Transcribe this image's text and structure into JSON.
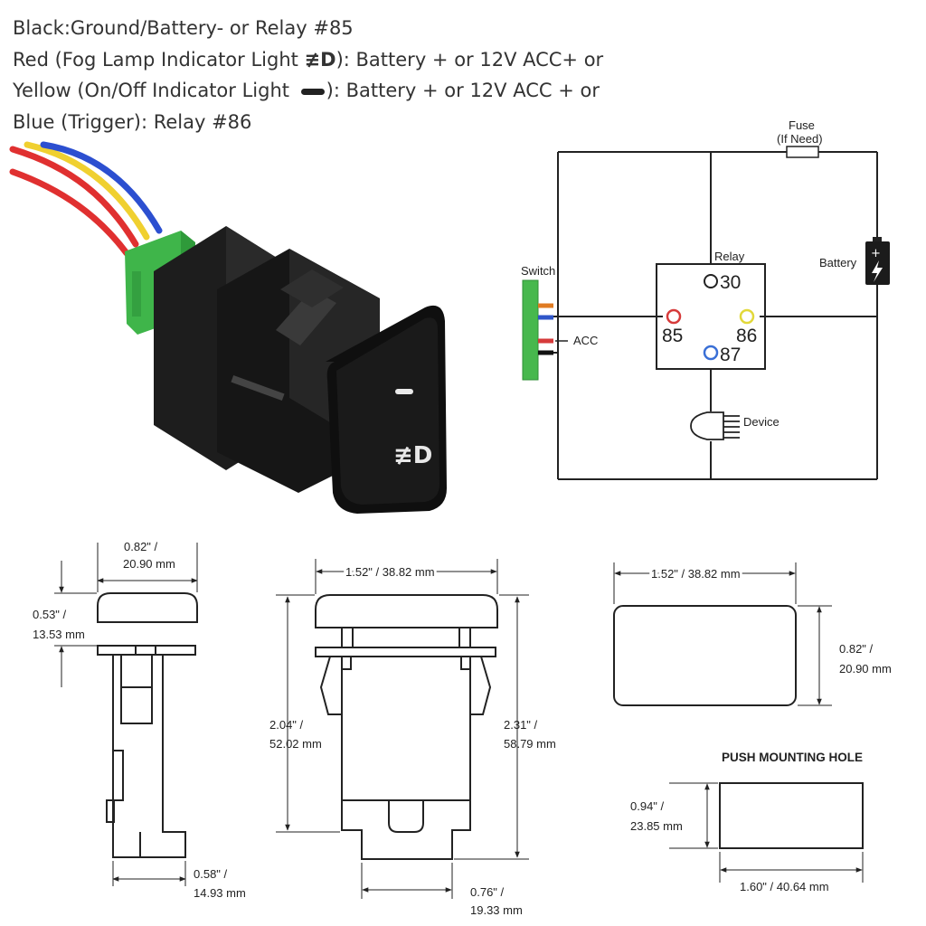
{
  "legend": [
    {
      "text": "Black:Ground/Battery- or Relay #85"
    },
    {
      "text_before": "Red (Fog Lamp Indicator Light ",
      "icon": "fog-lamp-icon",
      "glyph": "≢D",
      "text_after": "): Battery + or 12V ACC+ or"
    },
    {
      "text_before": "Yellow (On/Off Indicator Light ",
      "icon": "bar-indicator-icon",
      "text_after": "): Battery + or 12V ACC + or"
    },
    {
      "text": "Blue (Trigger): Relay #86"
    }
  ],
  "wiring": {
    "fuse_label": "Fuse",
    "fuse_note": "(If Need)",
    "relay_label": "Relay",
    "battery_label": "Battery",
    "switch_label": "Switch",
    "acc_label": "ACC",
    "device_label": "Device",
    "pins": [
      {
        "label": "30",
        "color": "#222222"
      },
      {
        "label": "85",
        "color": "#d63a3a"
      },
      {
        "label": "86",
        "color": "#e2d83a"
      },
      {
        "label": "87",
        "color": "#3a6fd6"
      }
    ],
    "wire_colors": {
      "black": "#111111",
      "red": "#d63a3a",
      "blue": "#2f56c9",
      "orange": "#e07b22",
      "yellow": "#f2d43a"
    }
  },
  "switch_photo": {
    "button_icons": [
      "bar-indicator-icon",
      "fog-lamp-icon"
    ],
    "glyph": "≢D"
  },
  "dimensions": {
    "side_width": {
      "in": "0.82\" /",
      "mm": "20.90 mm"
    },
    "side_cap_height": {
      "in": "0.53\" /",
      "mm": "13.53 mm"
    },
    "side_base_width": {
      "in": "0.58\" /",
      "mm": "14.93 mm"
    },
    "front_width": "1.52\" / 38.82 mm",
    "front_body_height": {
      "in": "2.04\" /",
      "mm": "52.02 mm"
    },
    "front_total_height": {
      "in": "2.31\" /",
      "mm": "58.79 mm"
    },
    "front_base_width": {
      "in": "0.76\" /",
      "mm": "19.33 mm"
    },
    "top_width": "1.52\" / 38.82 mm",
    "top_height": {
      "in": "0.82\" /",
      "mm": "20.90 mm"
    },
    "hole_title": "PUSH MOUNTING HOLE",
    "hole_height": {
      "in": "0.94\" /",
      "mm": "23.85 mm"
    },
    "hole_width": "1.60\" / 40.64 mm"
  }
}
